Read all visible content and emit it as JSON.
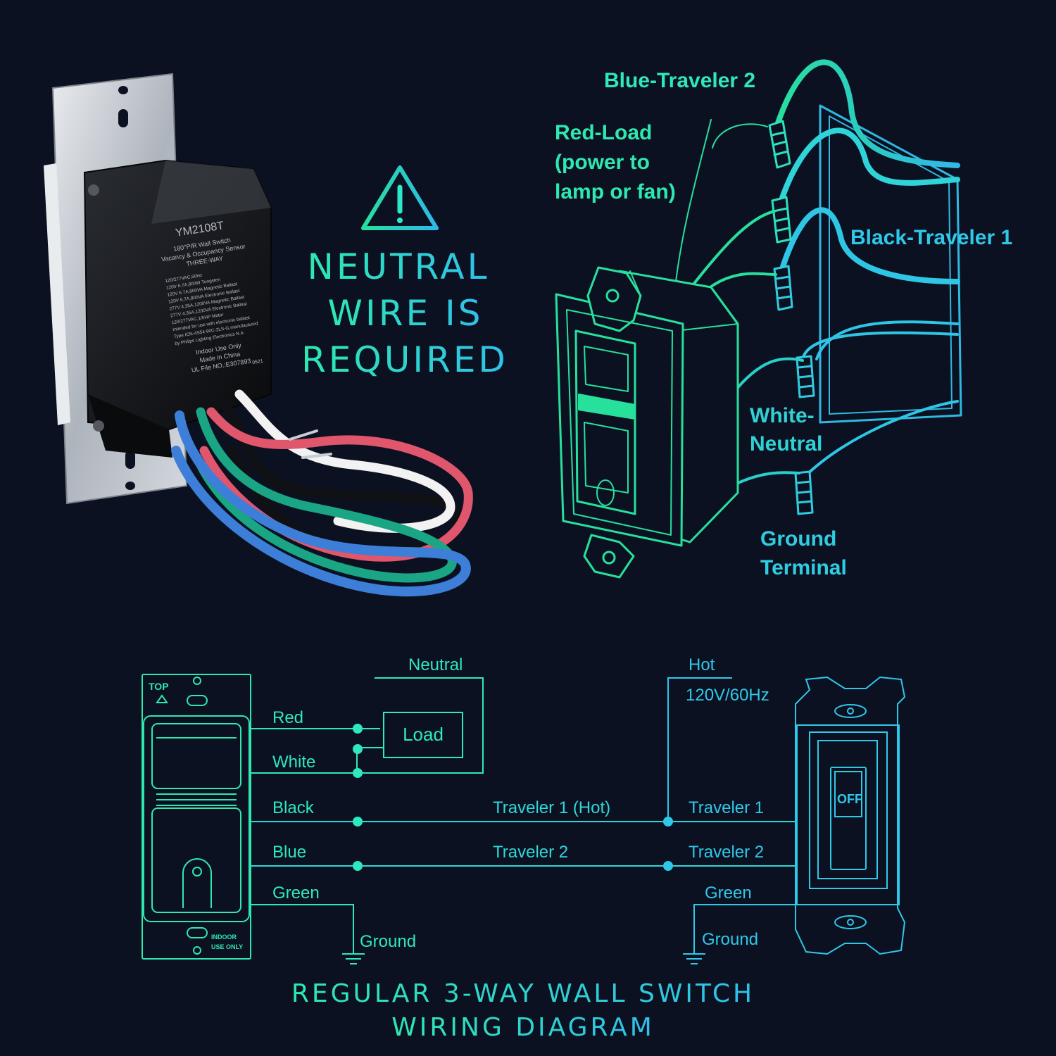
{
  "colors": {
    "background": "#0c1122",
    "teal": "#2ee8c8",
    "cyan": "#2fc8e8",
    "green": "#27e09c"
  },
  "product": {
    "model": "YM2108T",
    "line1": "180°PIR Wall Switch",
    "line2": "Vacancy & Occupancy Sensor",
    "line3": "THREE-WAY",
    "specs": [
      "120/277VAC,60Hz",
      "120V 6.7A,800W Tungsten",
      "120V 6.7A,800VA Magnetic Ballast",
      "120V 6.7A,800VA Electronic Ballast",
      "277V 4.35A,1200VA Magnetic Ballast",
      "277V 4.35A,1200VA Electronic Ballast",
      "120/277VAC,1/6HP Motor",
      "Intended for use with electronic ballast",
      "Type ICN-4S54-90C-2LS-G,manufactured",
      "by Philips Lighting Electronics N.A"
    ],
    "indoor": "Indoor Use Only",
    "made": "Made in China",
    "ul": "UL File NO.:E307893",
    "code": "0521"
  },
  "warning": {
    "line1": "NEUTRAL",
    "line2": "WIRE IS",
    "line3": "REQUIRED",
    "icon": "warning-triangle-icon"
  },
  "install_labels": {
    "blue": "Blue-Traveler 2",
    "red1": "Red-Load",
    "red2": "(power to",
    "red3": "lamp or fan)",
    "black": "Black-Traveler 1",
    "white1": "White-",
    "white2": "Neutral",
    "ground1": "Ground",
    "ground2": "Terminal"
  },
  "schematic": {
    "top": "TOP",
    "wires": [
      "Red",
      "White",
      "Black",
      "Blue",
      "Green"
    ],
    "ground_left": "Ground",
    "load": "Load",
    "neutral": "Neutral",
    "hot": "Hot",
    "voltage": "120V/60Hz",
    "traveler1_hot": "Traveler 1 (Hot)",
    "traveler2": "Traveler 2",
    "right_traveler1": "Traveler 1",
    "right_traveler2": "Traveler 2",
    "right_green": "Green",
    "ground_right": "Ground",
    "off": "OFF",
    "indoor1": "INDOOR",
    "indoor2": "USE ONLY"
  },
  "footer": {
    "line1": "REGULAR 3-WAY WALL SWITCH",
    "line2": "WIRING DIAGRAM"
  }
}
